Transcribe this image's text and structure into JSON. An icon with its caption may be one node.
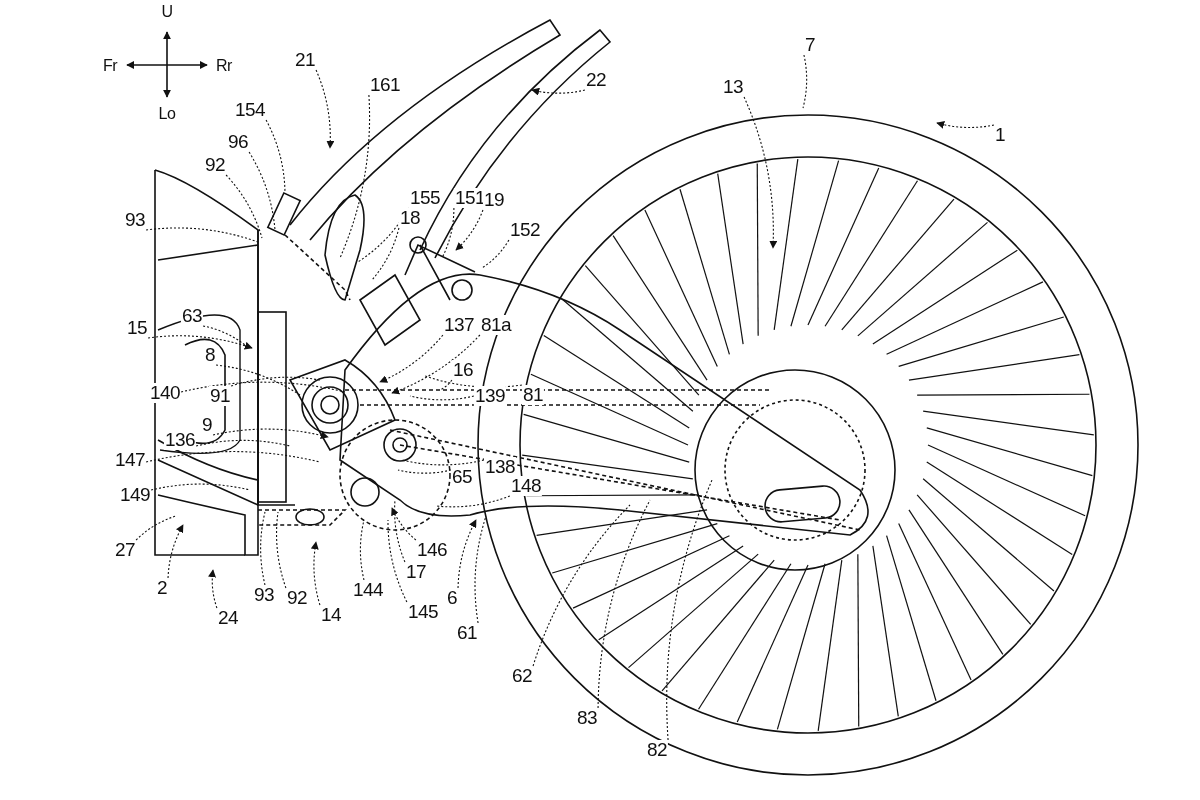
{
  "diagram": {
    "nodes": [
      {
        "text": [
          "1"
        ]
      },
      {
        "text": [
          "7"
        ]
      },
      {
        "text": [
          "13"
        ]
      },
      {
        "text": [
          "22"
        ]
      },
      {
        "text": [
          "21"
        ]
      },
      {
        "text": [
          "161"
        ]
      },
      {
        "text": [
          "154"
        ]
      },
      {
        "text": [
          "96"
        ]
      },
      {
        "text": [
          "92"
        ]
      },
      {
        "text": [
          "93"
        ]
      },
      {
        "text": [
          "155"
        ]
      },
      {
        "text": [
          "18"
        ]
      },
      {
        "text": [
          "151"
        ]
      },
      {
        "text": [
          "19"
        ]
      },
      {
        "text": [
          "152"
        ]
      },
      {
        "text": [
          "15"
        ]
      },
      {
        "text": [
          "63"
        ]
      },
      {
        "text": [
          "8"
        ]
      },
      {
        "text": [
          "137"
        ]
      },
      {
        "text": [
          "81a"
        ]
      },
      {
        "text": [
          "16"
        ]
      },
      {
        "text": [
          "140"
        ]
      },
      {
        "text": [
          "91"
        ]
      },
      {
        "text": [
          "81"
        ]
      },
      {
        "text": [
          "139"
        ]
      },
      {
        "text": [
          "9"
        ]
      },
      {
        "text": [
          "136"
        ]
      },
      {
        "text": [
          "147"
        ]
      },
      {
        "text": [
          "138"
        ]
      },
      {
        "text": [
          "65"
        ]
      },
      {
        "text": [
          "148"
        ]
      },
      {
        "text": [
          "149"
        ]
      },
      {
        "text": [
          "27"
        ]
      },
      {
        "text": [
          "2"
        ]
      },
      {
        "text": [
          "24"
        ]
      },
      {
        "text": [
          "93"
        ]
      },
      {
        "text": [
          "92"
        ]
      },
      {
        "text": [
          "14"
        ]
      },
      {
        "text": [
          "144"
        ]
      },
      {
        "text": [
          "145"
        ]
      },
      {
        "text": [
          "17"
        ]
      },
      {
        "text": [
          "146"
        ]
      },
      {
        "text": [
          "6"
        ]
      },
      {
        "text": [
          "61"
        ]
      },
      {
        "text": [
          "62"
        ]
      },
      {
        "text": [
          "83"
        ]
      },
      {
        "text": [
          "82"
        ]
      }
    ],
    "edges": [
      {
        "from": 0,
        "to": null,
        "arrow": "to"
      },
      {
        "from": 1,
        "to": null,
        "arrow": "none"
      },
      {
        "from": 2,
        "to": null,
        "arrow": "to"
      },
      {
        "from": 3,
        "to": null,
        "arrow": "to"
      },
      {
        "from": 4,
        "to": null,
        "arrow": "to"
      },
      {
        "from": 5,
        "to": null,
        "arrow": "none"
      },
      {
        "from": 6,
        "to": null,
        "arrow": "none"
      },
      {
        "from": 7,
        "to": null,
        "arrow": "none"
      },
      {
        "from": 8,
        "to": null,
        "arrow": "none"
      },
      {
        "from": 9,
        "to": null,
        "arrow": "none"
      },
      {
        "from": 10,
        "to": null,
        "arrow": "none"
      },
      {
        "from": 11,
        "to": null,
        "arrow": "none"
      },
      {
        "from": 12,
        "to": null,
        "arrow": "none"
      },
      {
        "from": 13,
        "to": null,
        "arrow": "to"
      },
      {
        "from": 14,
        "to": null,
        "arrow": "none"
      },
      {
        "from": 15,
        "to": null,
        "arrow": "to"
      },
      {
        "from": 16,
        "to": null,
        "arrow": "none"
      },
      {
        "from": 17,
        "to": null,
        "arrow": "none"
      },
      {
        "from": 18,
        "to": null,
        "arrow": "to"
      },
      {
        "from": 19,
        "to": null,
        "arrow": "to"
      },
      {
        "from": 20,
        "to": null,
        "arrow": "none"
      },
      {
        "from": 21,
        "to": null,
        "arrow": "none"
      },
      {
        "from": 22,
        "to": null,
        "arrow": "none"
      },
      {
        "from": 23,
        "to": null,
        "arrow": "none"
      },
      {
        "from": 24,
        "to": null,
        "arrow": "none"
      },
      {
        "from": 25,
        "to": null,
        "arrow": "to"
      },
      {
        "from": 26,
        "to": null,
        "arrow": "none"
      },
      {
        "from": 27,
        "to": null,
        "arrow": "none"
      },
      {
        "from": 28,
        "to": null,
        "arrow": "none"
      },
      {
        "from": 29,
        "to": null,
        "arrow": "none"
      },
      {
        "from": 30,
        "to": null,
        "arrow": "none"
      },
      {
        "from": 31,
        "to": null,
        "arrow": "none"
      },
      {
        "from": 32,
        "to": null,
        "arrow": "none"
      },
      {
        "from": 33,
        "to": null,
        "arrow": "to"
      },
      {
        "from": 34,
        "to": null,
        "arrow": "to"
      },
      {
        "from": 35,
        "to": null,
        "arrow": "none"
      },
      {
        "from": 36,
        "to": null,
        "arrow": "none"
      },
      {
        "from": 37,
        "to": null,
        "arrow": "to"
      },
      {
        "from": 38,
        "to": null,
        "arrow": "none"
      },
      {
        "from": 39,
        "to": null,
        "arrow": "none"
      },
      {
        "from": 40,
        "to": null,
        "arrow": "none"
      },
      {
        "from": 41,
        "to": null,
        "arrow": "to"
      },
      {
        "from": 42,
        "to": null,
        "arrow": "to"
      },
      {
        "from": 43,
        "to": null,
        "arrow": "none"
      },
      {
        "from": 44,
        "to": null,
        "arrow": "none"
      },
      {
        "from": 45,
        "to": null,
        "arrow": "none"
      },
      {
        "from": 46,
        "to": null,
        "arrow": "none"
      }
    ],
    "labels": [
      "U",
      "Fr",
      "Rr",
      "Lo"
    ]
  }
}
